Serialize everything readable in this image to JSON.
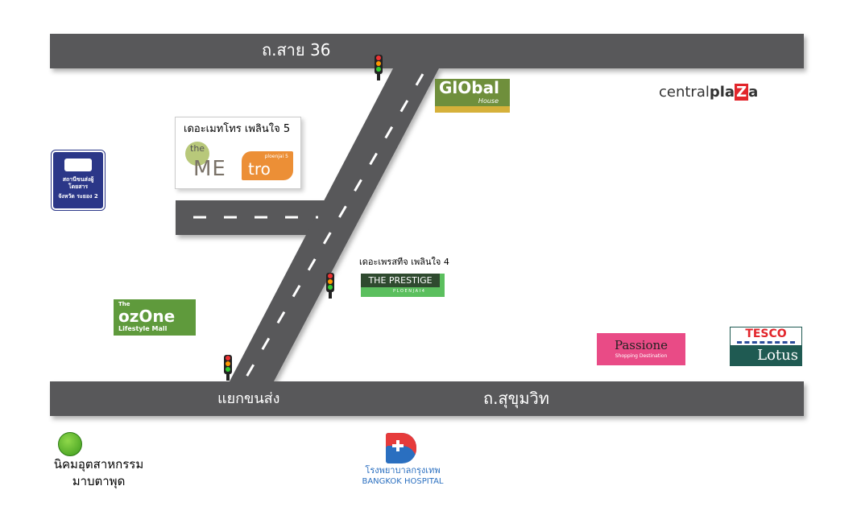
{
  "roads": {
    "top": "ถ.สาย 36",
    "bottom_left": "แยกขนส่ง",
    "bottom_right": "ถ.สุขุมวิท"
  },
  "landmarks": {
    "metro": {
      "title": "เดอะเมทโทร เพลินใจ 5",
      "logo_the": "the",
      "logo_me": "ME",
      "logo_tro": "tro",
      "logo_sub": "ploenjai 5"
    },
    "bus": {
      "line1": "สถานีขนส่งผู้โดยสาร",
      "line2": "จังหวัด ระยอง 2"
    },
    "global": {
      "logo": "GlObal",
      "sub": "House"
    },
    "central": {
      "a": "central",
      "b": "pla",
      "c": "Z",
      "d": "a"
    },
    "prestige": {
      "title": "เดอะเพรสทีจ เพลินใจ 4",
      "logo": "THE PRESTIGE",
      "sub": "P L O E N J A I 4"
    },
    "ozone": {
      "the": "The",
      "logo": "ozOne",
      "sub": "Lifestyle Mall"
    },
    "passione": {
      "logo": "Passione",
      "sub": "Shopping Destination"
    },
    "tesco": {
      "a": "TESCO",
      "b": "Lotus"
    },
    "industrial": {
      "line1": "นิคมอุตสาหกรรม",
      "line2": "มาบตาพุด"
    },
    "hospital": {
      "thai": "โรงพยาบาลกรุงเทพ",
      "eng": "BANGKOK HOSPITAL"
    }
  },
  "colors": {
    "road": "#58585a",
    "bus": "#2b3788",
    "global": "#6f8f3c",
    "passione": "#e94b86",
    "tesco": "#1f5a52",
    "prestige": "#2f4a2f"
  }
}
